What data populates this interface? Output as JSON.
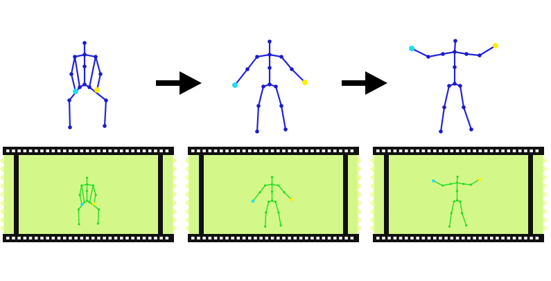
{
  "colors": {
    "background": "#ffffff",
    "skeleton_bone": "#2222dd",
    "skeleton_joint": "#1a1acc",
    "left_hand": "#22ddee",
    "right_hand": "#ffee00",
    "film_strip": "#111111",
    "film_perforation": "#ffffff",
    "frame_background": "#d4f78a",
    "frame_edge_teeth": "#eeffa0",
    "frame_skeleton": "#22dd22",
    "arrow": "#000000"
  },
  "stages": [
    {
      "pose": "crouch"
    },
    {
      "pose": "arms-down"
    },
    {
      "pose": "arms-raised"
    }
  ],
  "arrows": [
    {
      "icon": "right-arrow-icon"
    },
    {
      "icon": "right-arrow-icon"
    }
  ]
}
